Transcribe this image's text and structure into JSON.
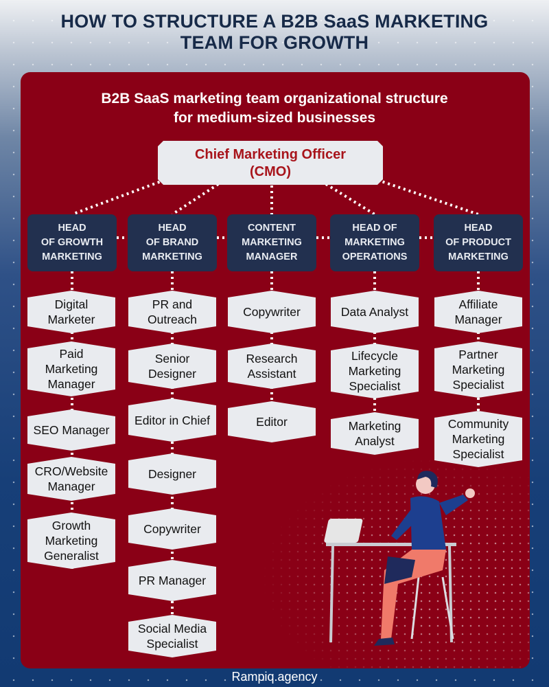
{
  "title": "HOW TO STRUCTURE A B2B  SaaS MARKETING\nTEAM  FOR GROWTH",
  "title_line1": "HOW TO STRUCTURE A B2B  SaaS MARKETING",
  "title_line2": "TEAM  FOR GROWTH",
  "subtitle_line1": "B2B SaaS marketing team organizational structure",
  "subtitle_line2": "for medium-sized businesses",
  "cmo_line1": "Chief Marketing Officer",
  "cmo_line2": "(CMO)",
  "colors": {
    "panel": "#8a0016",
    "head": "#22304f",
    "node": "#e9ebef",
    "cmo_text": "#a8141b",
    "title": "#172a48"
  },
  "columns": [
    {
      "head": "HEAD\nOF GROWTH\nMARKETING",
      "items": [
        "Digital\nMarketer",
        "Paid\nMarketing\nManager",
        "SEO Manager",
        "CRO/Website\nManager",
        "Growth\nMarketing\nGeneralist"
      ]
    },
    {
      "head": "HEAD\nOF BRAND\nMARKETING",
      "items": [
        "PR and\nOutreach",
        "Senior\nDesigner",
        "Editor in Chief",
        "Designer",
        "Copywriter",
        "PR Manager",
        "Social Media\nSpecialist"
      ]
    },
    {
      "head": "CONTENT\nMARKETING\nMANAGER",
      "items": [
        "Copywriter",
        "Research\nAssistant",
        "Editor"
      ]
    },
    {
      "head": "HEAD OF\nMARKETING\nOPERATIONS",
      "items": [
        "Data Analyst",
        "Lifecycle\nMarketing\nSpecialist",
        "Marketing\nAnalyst"
      ]
    },
    {
      "head": "HEAD\nOF PRODUCT\nMARKETING",
      "items": [
        "Affiliate\nManager",
        "Partner\nMarketing\nSpecialist",
        "Community\nMarketing\nSpecialist"
      ]
    }
  ],
  "footer": "Rampiq.agency"
}
